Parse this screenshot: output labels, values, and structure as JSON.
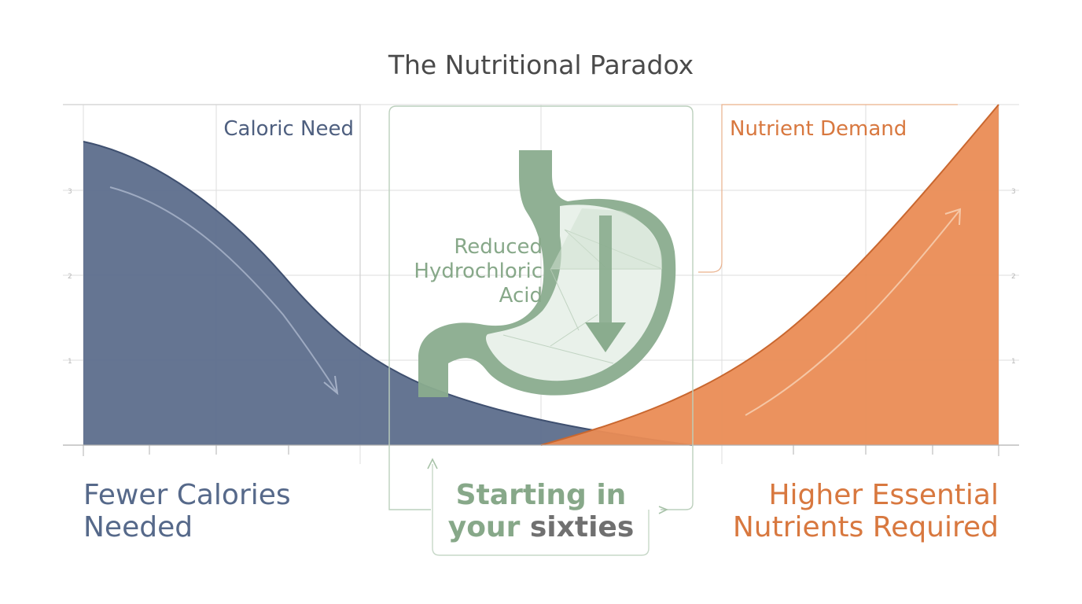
{
  "title": "The Nutritional Paradox",
  "y_ticks": [
    "1",
    "2",
    "3"
  ],
  "caloric": {
    "label": "Caloric Need",
    "caption_line1": "Fewer Calories",
    "caption_line2": "Needed",
    "color": "#5d6e8c"
  },
  "nutrient": {
    "label": "Nutrient Demand",
    "caption_line1": "Higher Essential",
    "caption_line2": "Nutrients Required",
    "color": "#ea8c55"
  },
  "stomach": {
    "label_line1": "Reduced",
    "label_line2": "Hydrochloric",
    "label_line3": "Acid",
    "color": "#8aac8e"
  },
  "center_caption": {
    "line1": "Starting in",
    "line2_a": "your",
    "line2_b": "sixties",
    "color": "#87a889",
    "accent": "#707070"
  }
}
